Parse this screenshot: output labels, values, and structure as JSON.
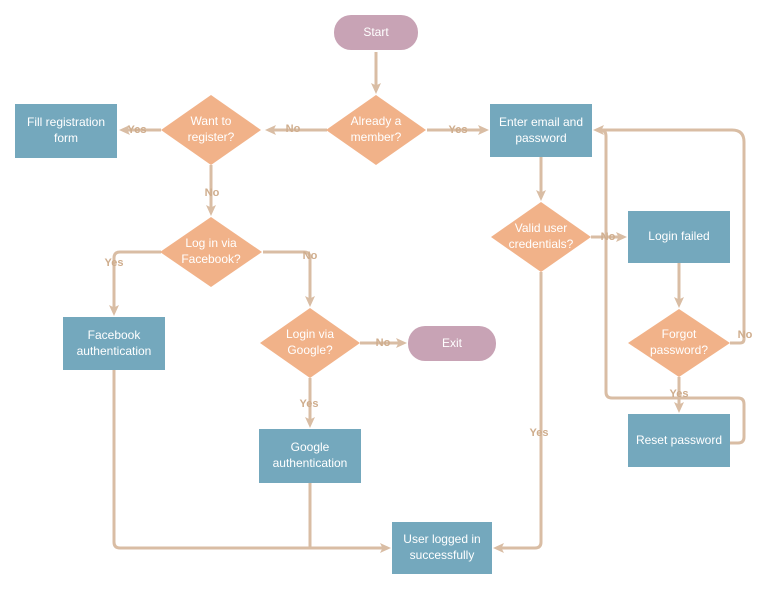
{
  "diagram": {
    "type": "flowchart",
    "colors": {
      "background": "#ffffff",
      "process_fill": "#74a8bd",
      "decision_fill": "#f1b289",
      "terminator_fill": "#c8a3b5",
      "connector": "#d9bda4",
      "edge_label_text": "#cfad8d",
      "node_text": "#ffffff"
    },
    "nodes": {
      "start": {
        "shape": "terminator",
        "label": "Start"
      },
      "already_member": {
        "shape": "decision",
        "label": "Already a member?"
      },
      "want_register": {
        "shape": "decision",
        "label": "Want to register?"
      },
      "fill_registration": {
        "shape": "process",
        "label": "Fill registration form"
      },
      "enter_email": {
        "shape": "process",
        "label": "Enter email and password"
      },
      "login_facebook": {
        "shape": "decision",
        "label": "Log in via Facebook?"
      },
      "facebook_auth": {
        "shape": "process",
        "label": "Facebook authentication"
      },
      "login_google": {
        "shape": "decision",
        "label": "Login via Google?"
      },
      "exit": {
        "shape": "terminator",
        "label": "Exit"
      },
      "google_auth": {
        "shape": "process",
        "label": "Google authentication"
      },
      "valid_credentials": {
        "shape": "decision",
        "label": "Valid user credentials?"
      },
      "login_failed": {
        "shape": "process",
        "label": "Login failed"
      },
      "forgot_password": {
        "shape": "decision",
        "label": "Forgot password?"
      },
      "reset_password": {
        "shape": "process",
        "label": "Reset password"
      },
      "user_logged_in": {
        "shape": "process",
        "label": "User logged in successfully"
      }
    },
    "edges": [
      {
        "from": "start",
        "to": "already_member",
        "label": ""
      },
      {
        "from": "already_member",
        "to": "want_register",
        "label": "No"
      },
      {
        "from": "already_member",
        "to": "enter_email",
        "label": "Yes"
      },
      {
        "from": "want_register",
        "to": "fill_registration",
        "label": "Yes"
      },
      {
        "from": "want_register",
        "to": "login_facebook",
        "label": "No"
      },
      {
        "from": "login_facebook",
        "to": "facebook_auth",
        "label": "Yes"
      },
      {
        "from": "login_facebook",
        "to": "login_google",
        "label": "No"
      },
      {
        "from": "login_google",
        "to": "exit",
        "label": "No"
      },
      {
        "from": "login_google",
        "to": "google_auth",
        "label": "Yes"
      },
      {
        "from": "facebook_auth",
        "to": "user_logged_in",
        "label": ""
      },
      {
        "from": "google_auth",
        "to": "user_logged_in",
        "label": ""
      },
      {
        "from": "enter_email",
        "to": "valid_credentials",
        "label": ""
      },
      {
        "from": "valid_credentials",
        "to": "login_failed",
        "label": "No"
      },
      {
        "from": "valid_credentials",
        "to": "user_logged_in",
        "label": "Yes"
      },
      {
        "from": "login_failed",
        "to": "forgot_password",
        "label": ""
      },
      {
        "from": "forgot_password",
        "to": "reset_password",
        "label": "Yes"
      },
      {
        "from": "forgot_password",
        "to": "enter_email",
        "label": "No"
      },
      {
        "from": "reset_password",
        "to": "enter_email",
        "label": ""
      }
    ]
  }
}
